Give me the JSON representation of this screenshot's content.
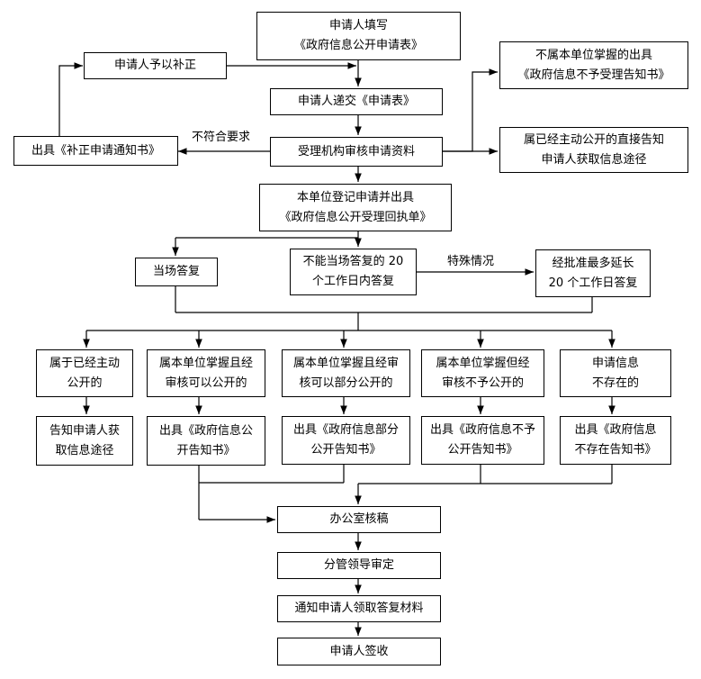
{
  "nodes": {
    "fill_form": "申请人填写\n《政府信息公开申请表》",
    "supplement": "申请人予以补正",
    "submit": "申请人递交《申请表》",
    "review": "受理机构审核申请资料",
    "correction_notice": "出具《补正申请通知书》",
    "not_ours": "不属本单位掌握的出具\n《政府信息不予受理告知书》",
    "already_public": "属已经主动公开的直接告知\n申请人获取信息途径",
    "register": "本单位登记申请并出具\n《政府信息公开受理回执单》",
    "on_spot": "当场答复",
    "within_20": "不能当场答复的 20\n个工作日内答复",
    "extend": "经批准最多延长\n20 个工作日答复",
    "cat1": "属于已经主动\n公开的",
    "cat2": "属本单位掌握且经\n审核可以公开的",
    "cat3": "属本单位掌握且经审\n核可以部分公开的",
    "cat4": "属本单位掌握但经\n审核不予公开的",
    "cat5": "申请信息\n不存在的",
    "out1": "告知申请人获\n取信息途径",
    "out2": "出具《政府信息公\n开告知书》",
    "out3": "出具《政府信息部分\n公开告知书》",
    "out4": "出具《政府信息不予\n公开告知书》",
    "out5": "出具《政府信息\n不存在告知书》",
    "office": "办公室核稿",
    "leader": "分管领导审定",
    "notify": "通知申请人领取答复材料",
    "sign": "申请人签收"
  },
  "labels": {
    "not_meet": "不符合要求",
    "special": "特殊情况"
  }
}
